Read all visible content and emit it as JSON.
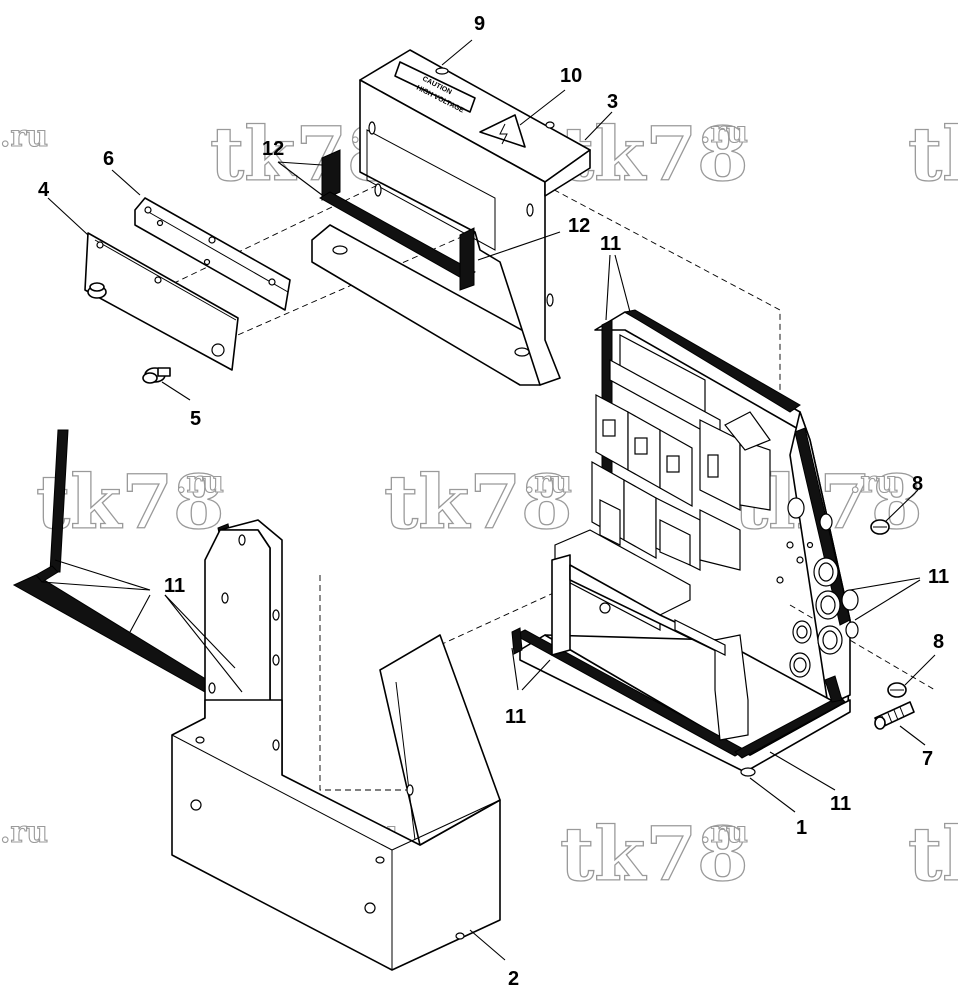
{
  "watermark": {
    "brand": "tk78",
    "suffix": ".ru"
  },
  "callouts": [
    {
      "id": "c1",
      "label": "1"
    },
    {
      "id": "c2",
      "label": "2"
    },
    {
      "id": "c3",
      "label": "3"
    },
    {
      "id": "c4",
      "label": "4"
    },
    {
      "id": "c5",
      "label": "5"
    },
    {
      "id": "c6",
      "label": "6"
    },
    {
      "id": "c7",
      "label": "7"
    },
    {
      "id": "c8a",
      "label": "8"
    },
    {
      "id": "c8b",
      "label": "8"
    },
    {
      "id": "c9",
      "label": "9"
    },
    {
      "id": "c10",
      "label": "10"
    },
    {
      "id": "c11a",
      "label": "11"
    },
    {
      "id": "c11b",
      "label": "11"
    },
    {
      "id": "c11c",
      "label": "11"
    },
    {
      "id": "c11d",
      "label": "11"
    },
    {
      "id": "c11e",
      "label": "11"
    },
    {
      "id": "c12a",
      "label": "12"
    },
    {
      "id": "c12b",
      "label": "12"
    }
  ],
  "warning_label": {
    "line1": "CAUTION",
    "line2": "HIGH VOLTAGE"
  }
}
